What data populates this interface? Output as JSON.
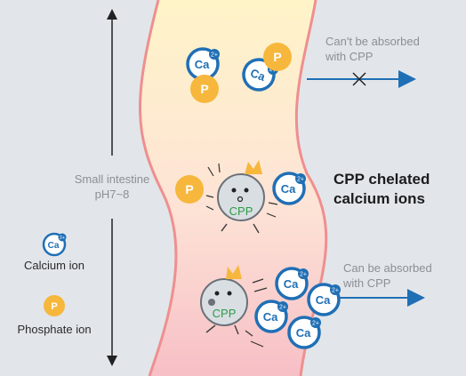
{
  "left_axis": {
    "label_line1": "Small intestine",
    "label_line2": "pH7~8"
  },
  "legend": {
    "calcium_label": "Calcium ion",
    "phosphate_label": "Phosphate ion"
  },
  "ions": {
    "calcium_symbol": "Ca",
    "calcium_charge": "2+",
    "phosphate_symbol": "P"
  },
  "cpp": {
    "label": "CPP"
  },
  "annotations": {
    "cant_absorb_line1": "Can't be absorbed",
    "cant_absorb_line2": "with CPP",
    "chelated_line1": "CPP chelated",
    "chelated_line2": "calcium ions",
    "can_absorb_line1": "Can be absorbed",
    "can_absorb_line2": "with CPP"
  },
  "colors": {
    "background": "#e2e6ea",
    "intestine_top": "#fff3c4",
    "intestine_bottom": "#f8c3c8",
    "intestine_wall": "#ef8f8f",
    "calcium_ring": "#1f6fb5",
    "phosphate": "#f6b73c",
    "cpp_body": "#d9dee3",
    "cpp_text": "#2e9b47",
    "crown": "#f6b73c",
    "arrow": "#1f6fb5"
  }
}
